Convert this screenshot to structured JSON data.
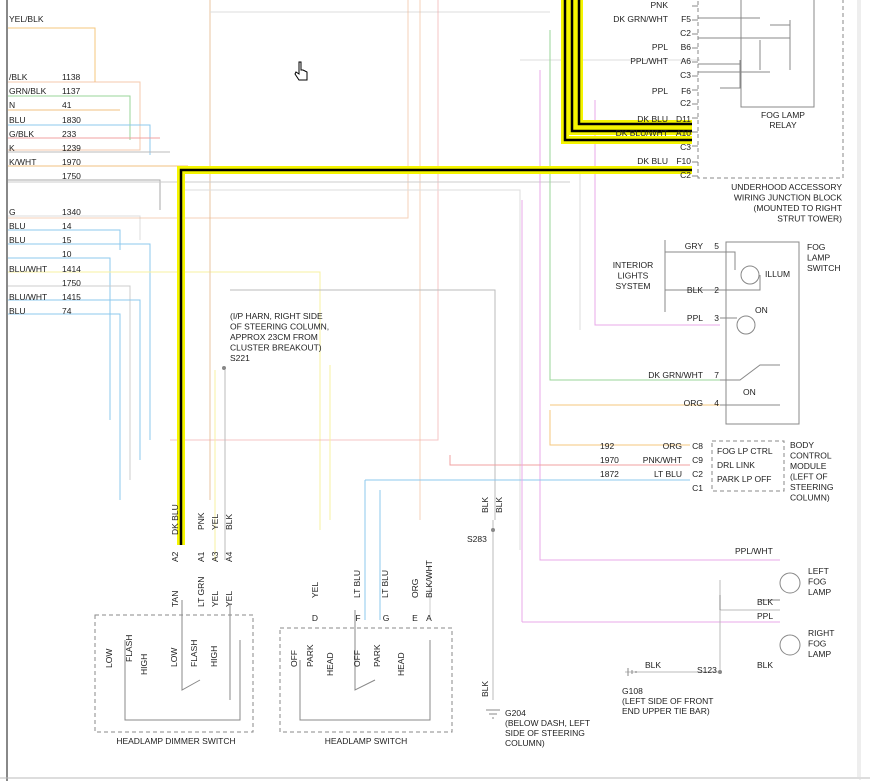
{
  "left_circuit_list": [
    {
      "color": "YEL/BLK",
      "circuit": ""
    },
    {
      "color": "/BLK",
      "circuit": "1138"
    },
    {
      "color": "GRN/BLK",
      "circuit": "1137"
    },
    {
      "color": "N",
      "circuit": "41"
    },
    {
      "color": "BLU",
      "circuit": "1830"
    },
    {
      "color": "G/BLK",
      "circuit": "233"
    },
    {
      "color": "K",
      "circuit": "1239"
    },
    {
      "color": "K/WHT",
      "circuit": "1970"
    },
    {
      "color": "",
      "circuit": "1750"
    },
    {
      "color": "G",
      "circuit": "1340"
    },
    {
      "color": "BLU",
      "circuit": "14"
    },
    {
      "color": "BLU",
      "circuit": "15"
    },
    {
      "color": "",
      "circuit": "10"
    },
    {
      "color": "BLU/WHT",
      "circuit": "1414"
    },
    {
      "color": "",
      "circuit": "1750"
    },
    {
      "color": "BLU/WHT",
      "circuit": "1415"
    },
    {
      "color": "BLU",
      "circuit": "74"
    }
  ],
  "junction_block": {
    "pins": [
      {
        "wire": "PNK",
        "pin": ""
      },
      {
        "wire": "DK GRN/WHT",
        "pin": "F5"
      },
      {
        "wire": "",
        "pin": "C2"
      },
      {
        "wire": "PPL",
        "pin": "B6"
      },
      {
        "wire": "PPL/WHT",
        "pin": "A6"
      },
      {
        "wire": "",
        "pin": "C3"
      },
      {
        "wire": "PPL",
        "pin": "F6"
      },
      {
        "wire": "",
        "pin": "C2"
      },
      {
        "wire": "DK BLU",
        "pin": "D11"
      },
      {
        "wire": "DK BLU/WHT",
        "pin": "A10"
      },
      {
        "wire": "",
        "pin": "C3"
      },
      {
        "wire": "DK BLU",
        "pin": "F10"
      },
      {
        "wire": "",
        "pin": "C2"
      }
    ],
    "relay_label": [
      "FOG LAMP",
      "RELAY"
    ],
    "title": [
      "UNDERHOOD ACCESSORY",
      "WIRING JUNCTION BLOCK",
      "(MOUNTED TO RIGHT",
      "STRUT TOWER)"
    ]
  },
  "fog_switch": {
    "title": [
      "FOG",
      "LAMP",
      "SWITCH"
    ],
    "illum": "ILLUM",
    "on1": "ON",
    "on2": "ON",
    "interior": [
      "INTERIOR",
      "LIGHTS",
      "SYSTEM"
    ],
    "pins": [
      {
        "wire": "GRY",
        "pin": "5"
      },
      {
        "wire": "BLK",
        "pin": "2"
      },
      {
        "wire": "PPL",
        "pin": "3"
      },
      {
        "wire": "DK GRN/WHT",
        "pin": "7"
      },
      {
        "wire": "ORG",
        "pin": "4"
      }
    ]
  },
  "splice_s221": [
    "(I/P HARN, RIGHT SIDE",
    "OF STEERING COLUMN,",
    "APPROX 23CM FROM",
    "CLUSTER BREAKOUT)",
    "S221"
  ],
  "bcm": {
    "title": [
      "BODY",
      "CONTROL",
      "MODULE",
      "(LEFT OF",
      "STEERING",
      "COLUMN)"
    ],
    "functions": [
      "FOG LP CTRL",
      "DRL LINK",
      "PARK LP OFF"
    ],
    "rows": [
      {
        "circuit": "192",
        "wire": "ORG",
        "pin": "C8"
      },
      {
        "circuit": "1970",
        "wire": "PNK/WHT",
        "pin": "C9"
      },
      {
        "circuit": "1872",
        "wire": "LT BLU",
        "pin": "C2"
      },
      {
        "circuit": "",
        "wire": "",
        "pin": "C1"
      }
    ]
  },
  "vertical_wires": {
    "dk_blu": "DK BLU",
    "pnk": "PNK",
    "yel": "YEL",
    "blk": "BLK",
    "a2": "A2",
    "a1": "A1",
    "a3": "A3",
    "a4": "A4",
    "tan": "TAN",
    "lt_grn": "LT GRN",
    "yel2": "YEL",
    "yel3": "YEL",
    "blk_s283_a": "BLK",
    "blk_s283_b": "BLK",
    "d_yel": "YEL",
    "lt_blu1": "LT BLU",
    "lt_blu2": "LT BLU",
    "org": "ORG",
    "blk_wht": "BLK/WHT",
    "pin_d": "D",
    "pin_f": "F",
    "pin_g": "G",
    "pin_e": "E",
    "pin_a": "A",
    "blk_ground": "BLK"
  },
  "s283": "S283",
  "g204": [
    "G204",
    "(BELOW DASH, LEFT",
    "SIDE OF STEERING",
    "COLUMN)"
  ],
  "dimmer_switch": {
    "title": "HEADLAMP DIMMER SWITCH",
    "contacts": [
      "LOW",
      "FLASH",
      "HIGH",
      "LOW",
      "FLASH",
      "HIGH"
    ]
  },
  "headlamp_switch": {
    "title": "HEADLAMP SWITCH",
    "contacts": [
      "OFF",
      "PARK",
      "HEAD",
      "OFF",
      "PARK",
      "HEAD"
    ]
  },
  "fog_lamps": {
    "left": [
      "LEFT",
      "FOG",
      "LAMP"
    ],
    "right": [
      "RIGHT",
      "FOG",
      "LAMP"
    ],
    "ppl_wht": "PPL/WHT",
    "blk1": "BLK",
    "ppl": "PPL",
    "blk2": "BLK",
    "blk3": "BLK",
    "s123": "S123",
    "g108": [
      "G108",
      "(LEFT SIDE OF FRONT",
      "END UPPER TIE BAR)"
    ]
  }
}
